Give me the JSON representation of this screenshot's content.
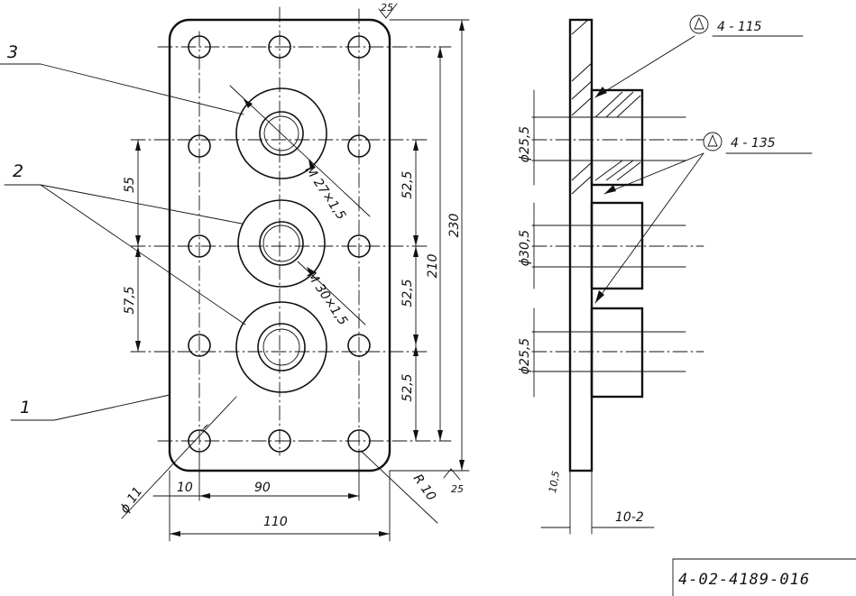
{
  "part_labels": {
    "body": "1",
    "flanges": "2",
    "flange_top": "3"
  },
  "dimensions": {
    "d55": "55",
    "d57_5": "57,5",
    "d52_5_a": "52,5",
    "d52_5_b": "52,5",
    "d52_5_c": "52,5",
    "d210": "210",
    "d230": "230",
    "d10": "10",
    "d90": "90",
    "d110": "110",
    "d11": "ϕ 11",
    "r10": "R 10",
    "thread_top": "M 27×1,5",
    "thread_mid": "M 30×1,5",
    "roughness": "25",
    "roughness_2": "25",
    "dia_25_5_a": "ϕ25,5",
    "dia_30_5": "ϕ30,5",
    "dia_25_5_b": "ϕ25,5",
    "thickness": "10,5",
    "gap": "10-2"
  },
  "welds": {
    "weld_1": "4 - 115",
    "weld_2": "4 - 135"
  },
  "stamp": {
    "doc_number": "4-02-4189-016"
  }
}
